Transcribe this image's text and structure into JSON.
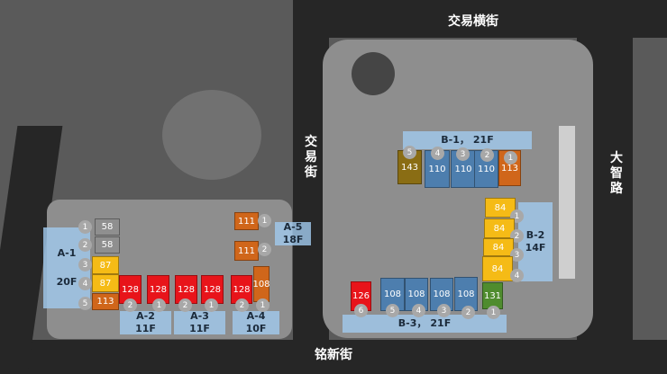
{
  "streets": {
    "top": "交易横街",
    "middle": "交易街",
    "right": "大智路",
    "bottom": "铭新街"
  },
  "colors": {
    "red": "#e8141a",
    "orange": "#d0661a",
    "yellow": "#f5bb16",
    "blue": "#4d7eae",
    "gray": "#8f8f8f",
    "olive": "#8a6d14",
    "green": "#4f8c2e",
    "label_bg": "#a5cbea"
  },
  "buildings": [
    {
      "id": "A-1",
      "floors": "20F",
      "units": [
        {
          "no": "1",
          "area": "58",
          "color": "gray"
        },
        {
          "no": "2",
          "area": "58",
          "color": "gray"
        },
        {
          "no": "3",
          "area": "87",
          "color": "yellow"
        },
        {
          "no": "4",
          "area": "87",
          "color": "yellow"
        },
        {
          "no": "5",
          "area": "113",
          "color": "orange"
        }
      ]
    },
    {
      "id": "A-2",
      "floors": "11F",
      "units": [
        {
          "no": "2",
          "area": "128",
          "color": "red"
        },
        {
          "no": "1",
          "area": "128",
          "color": "red"
        }
      ]
    },
    {
      "id": "A-3",
      "floors": "11F",
      "units": [
        {
          "no": "2",
          "area": "128",
          "color": "red"
        },
        {
          "no": "1",
          "area": "128",
          "color": "red"
        }
      ]
    },
    {
      "id": "A-4",
      "floors": "10F",
      "units": [
        {
          "no": "2",
          "area": "128",
          "color": "red"
        },
        {
          "no": "1",
          "area": "108",
          "color": "orange"
        }
      ]
    },
    {
      "id": "A-5",
      "floors": "18F",
      "units": [
        {
          "no": "1",
          "area": "111",
          "color": "orange"
        },
        {
          "no": "2",
          "area": "111",
          "color": "orange"
        }
      ]
    },
    {
      "id": "B-1",
      "floors": "21F",
      "units": [
        {
          "no": "5",
          "area": "143",
          "color": "olive"
        },
        {
          "no": "4",
          "area": "110",
          "color": "blue"
        },
        {
          "no": "3",
          "area": "110",
          "color": "blue"
        },
        {
          "no": "2",
          "area": "110",
          "color": "blue"
        },
        {
          "no": "1",
          "area": "113",
          "color": "orange"
        }
      ]
    },
    {
      "id": "B-2",
      "floors": "14F",
      "units": [
        {
          "no": "1",
          "area": "84",
          "color": "yellow"
        },
        {
          "no": "2",
          "area": "84",
          "color": "yellow"
        },
        {
          "no": "3",
          "area": "84",
          "color": "yellow"
        },
        {
          "no": "4",
          "area": "84",
          "color": "yellow"
        }
      ]
    },
    {
      "id": "B-3",
      "floors": "21F",
      "units": [
        {
          "no": "6",
          "area": "126",
          "color": "red"
        },
        {
          "no": "5",
          "area": "108",
          "color": "blue"
        },
        {
          "no": "4",
          "area": "108",
          "color": "blue"
        },
        {
          "no": "3",
          "area": "108",
          "color": "blue"
        },
        {
          "no": "2",
          "area": "108",
          "color": "blue"
        },
        {
          "no": "1",
          "area": "131",
          "color": "green"
        }
      ]
    }
  ]
}
